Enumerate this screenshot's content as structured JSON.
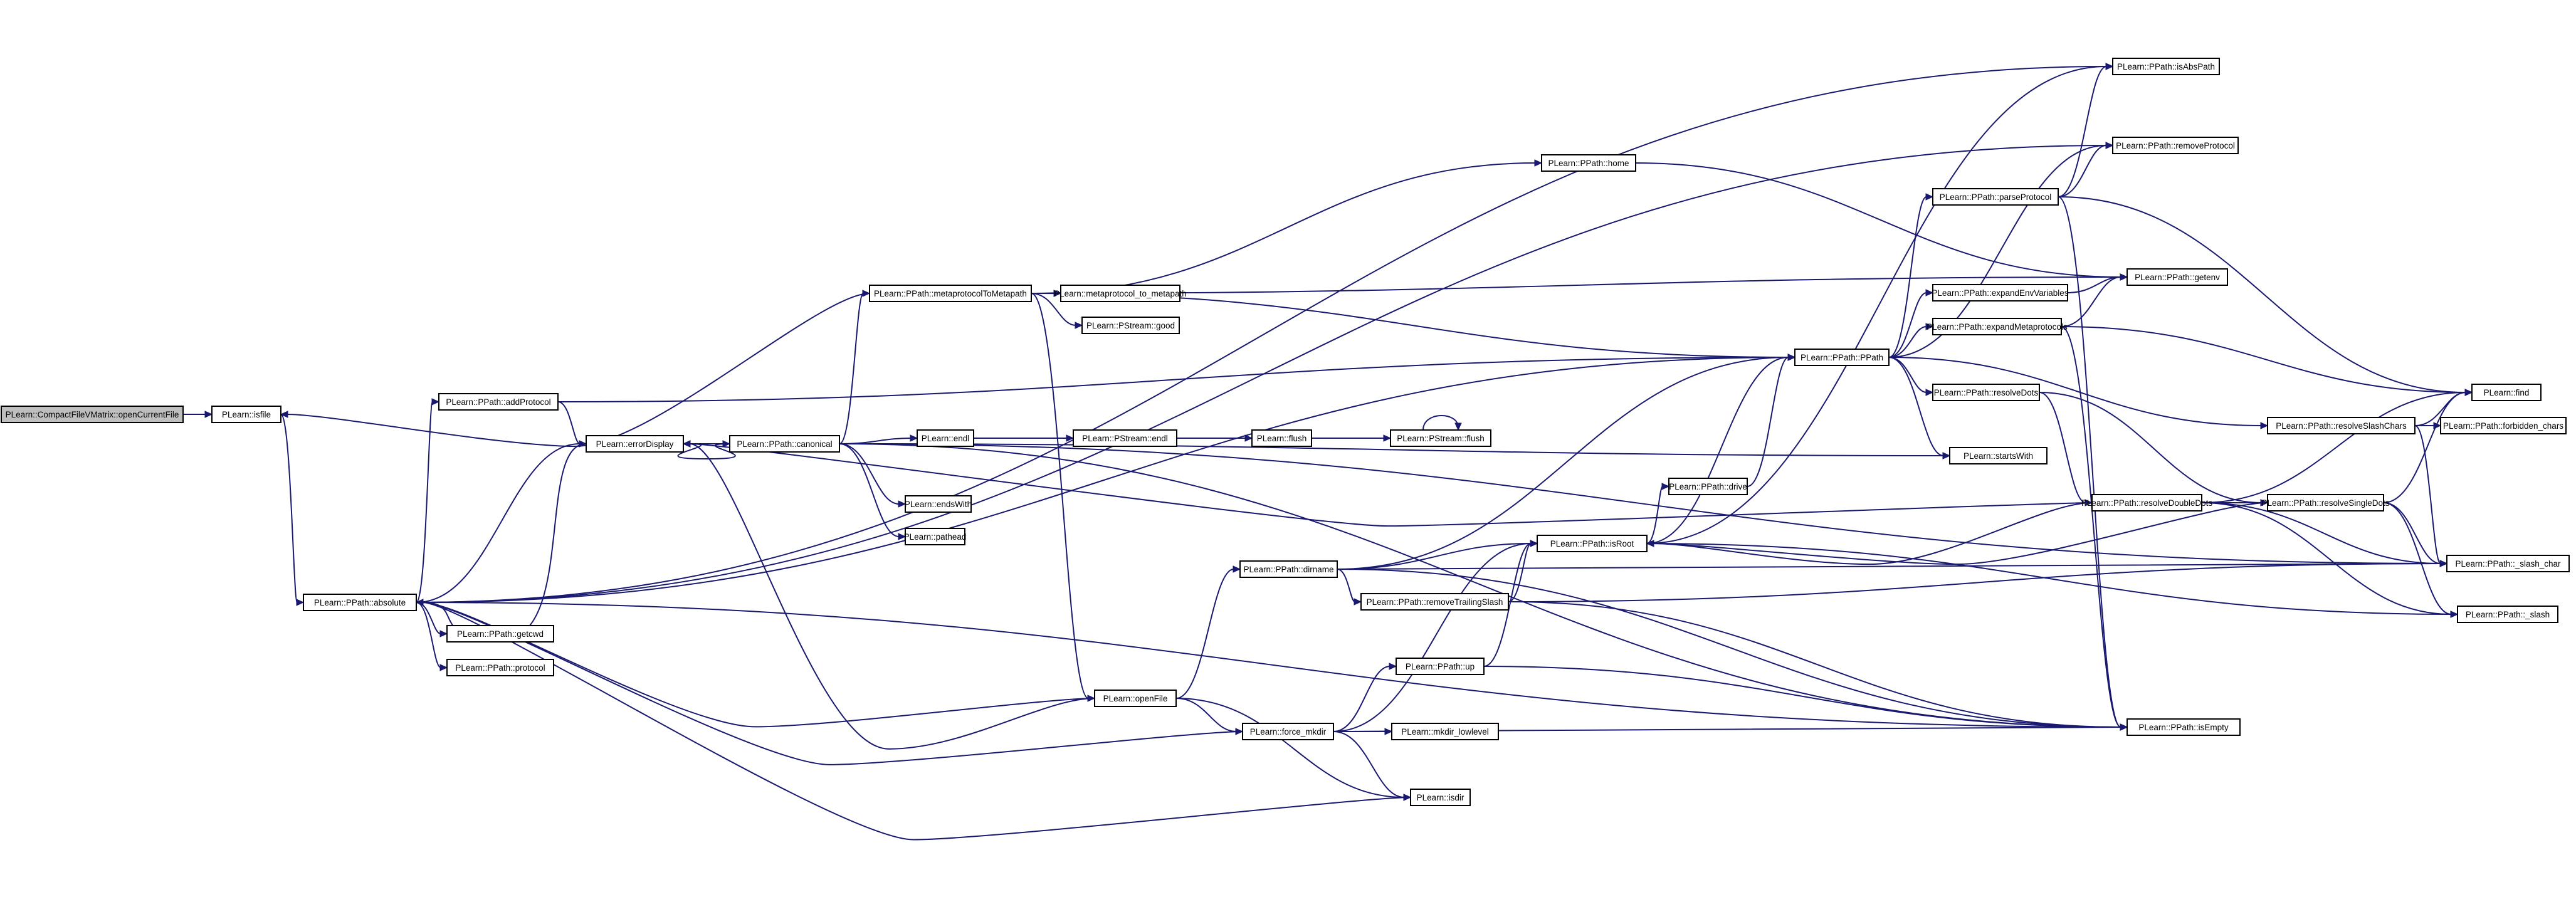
{
  "graph": {
    "colors": {
      "edge": "#191970",
      "node_border": "#000000",
      "root_fill": "#bfbfbf",
      "node_fill": "#ffffff",
      "background": "#ffffff"
    },
    "nodes": [
      {
        "id": "n0",
        "label": "PLearn::CompactFileVMatrix::openCurrentFile",
        "root": true
      },
      {
        "id": "n1",
        "label": "PLearn::isfile"
      },
      {
        "id": "n2",
        "label": "PLearn::PPath::absolute"
      },
      {
        "id": "n3",
        "label": "PLearn::PPath::addProtocol"
      },
      {
        "id": "n4",
        "label": "PLearn::PPath::getcwd"
      },
      {
        "id": "n5",
        "label": "PLearn::PPath::protocol"
      },
      {
        "id": "n6",
        "label": "PLearn::errorDisplay"
      },
      {
        "id": "n7",
        "label": "PLearn::PPath::canonical"
      },
      {
        "id": "n8",
        "label": "PLearn::PPath::metaprotocolToMetapath"
      },
      {
        "id": "n9",
        "label": "PLearn::metaprotocol_to_metapath"
      },
      {
        "id": "n10",
        "label": "PLearn::PStream::good"
      },
      {
        "id": "n11",
        "label": "PLearn::endl"
      },
      {
        "id": "n12",
        "label": "PLearn::PStream::endl"
      },
      {
        "id": "n13",
        "label": "PLearn::flush"
      },
      {
        "id": "n14",
        "label": "PLearn::PStream::flush"
      },
      {
        "id": "n15",
        "label": "PLearn::endsWith"
      },
      {
        "id": "n16",
        "label": "PLearn::pathead"
      },
      {
        "id": "n17",
        "label": "PLearn::openFile"
      },
      {
        "id": "n18",
        "label": "PLearn::PPath::dirname"
      },
      {
        "id": "n19",
        "label": "PLearn::force_mkdir"
      },
      {
        "id": "n20",
        "label": "PLearn::PPath::up"
      },
      {
        "id": "n21",
        "label": "PLearn::mkdir_lowlevel"
      },
      {
        "id": "n22",
        "label": "PLearn::isdir"
      },
      {
        "id": "n23",
        "label": "PLearn::PPath::home"
      },
      {
        "id": "n24",
        "label": "PLearn::PPath::PPath"
      },
      {
        "id": "n25",
        "label": "PLearn::PPath::drive"
      },
      {
        "id": "n26",
        "label": "PLearn::PPath::isRoot"
      },
      {
        "id": "n27",
        "label": "PLearn::PPath::removeTrailingSlash"
      },
      {
        "id": "n28",
        "label": "PLearn::PPath::parseProtocol"
      },
      {
        "id": "n29",
        "label": "PLearn::PPath::expandEnvVariables"
      },
      {
        "id": "n30",
        "label": "PLearn::PPath::expandMetaprotocols"
      },
      {
        "id": "n31",
        "label": "PLearn::PPath::resolveDots"
      },
      {
        "id": "n32",
        "label": "PLearn::startsWith"
      },
      {
        "id": "n33",
        "label": "PLearn::PPath::resolveDoubleDots"
      },
      {
        "id": "n34",
        "label": "PLearn::PPath::isAbsPath"
      },
      {
        "id": "n35",
        "label": "PLearn::PPath::removeProtocol"
      },
      {
        "id": "n36",
        "label": "PLearn::PPath::getenv"
      },
      {
        "id": "n37",
        "label": "PLearn::PPath::resolveSlashChars"
      },
      {
        "id": "n38",
        "label": "PLearn::PPath::resolveSingleDots"
      },
      {
        "id": "n39",
        "label": "PLearn::PPath::isEmpty"
      },
      {
        "id": "n40",
        "label": "PLearn::find"
      },
      {
        "id": "n41",
        "label": "PLearn::PPath::forbidden_chars"
      },
      {
        "id": "n42",
        "label": "PLearn::PPath::_slash_char"
      },
      {
        "id": "n43",
        "label": "PLearn::PPath::_slash"
      }
    ],
    "edges": [
      [
        "n0",
        "n1"
      ],
      [
        "n1",
        "n2"
      ],
      [
        "n2",
        "n3"
      ],
      [
        "n2",
        "n4"
      ],
      [
        "n2",
        "n5"
      ],
      [
        "n2",
        "n6"
      ],
      [
        "n2",
        "n24"
      ],
      [
        "n2",
        "n34"
      ],
      [
        "n2",
        "n35"
      ],
      [
        "n2",
        "n39"
      ],
      [
        "n3",
        "n6"
      ],
      [
        "n3",
        "n24"
      ],
      [
        "n6",
        "n7"
      ],
      [
        "n6",
        "n2"
      ],
      [
        "n7",
        "n8"
      ],
      [
        "n7",
        "n11"
      ],
      [
        "n7",
        "n15"
      ],
      [
        "n7",
        "n16"
      ],
      [
        "n7",
        "n6"
      ],
      [
        "n7",
        "n32"
      ],
      [
        "n7",
        "n39"
      ],
      [
        "n7",
        "n42"
      ],
      [
        "n8",
        "n9"
      ],
      [
        "n8",
        "n10"
      ],
      [
        "n8",
        "n17"
      ],
      [
        "n8",
        "n36"
      ],
      [
        "n8",
        "n23"
      ],
      [
        "n8",
        "n1"
      ],
      [
        "n8",
        "n24"
      ],
      [
        "n11",
        "n12"
      ],
      [
        "n12",
        "n13"
      ],
      [
        "n13",
        "n14"
      ],
      [
        "n14",
        "n14"
      ],
      [
        "n17",
        "n18"
      ],
      [
        "n17",
        "n19"
      ],
      [
        "n17",
        "n22"
      ],
      [
        "n17",
        "n2"
      ],
      [
        "n17",
        "n6"
      ],
      [
        "n18",
        "n24"
      ],
      [
        "n18",
        "n26"
      ],
      [
        "n18",
        "n27"
      ],
      [
        "n18",
        "n39"
      ],
      [
        "n18",
        "n42"
      ],
      [
        "n19",
        "n20"
      ],
      [
        "n19",
        "n21"
      ],
      [
        "n19",
        "n22"
      ],
      [
        "n19",
        "n26"
      ],
      [
        "n19",
        "n39"
      ],
      [
        "n19",
        "n2"
      ],
      [
        "n20",
        "n26"
      ],
      [
        "n20",
        "n39"
      ],
      [
        "n22",
        "n2"
      ],
      [
        "n23",
        "n36"
      ],
      [
        "n24",
        "n28"
      ],
      [
        "n24",
        "n29"
      ],
      [
        "n24",
        "n30"
      ],
      [
        "n24",
        "n31"
      ],
      [
        "n24",
        "n32"
      ],
      [
        "n24",
        "n35"
      ],
      [
        "n24",
        "n37"
      ],
      [
        "n25",
        "n24"
      ],
      [
        "n26",
        "n25"
      ],
      [
        "n26",
        "n24"
      ],
      [
        "n26",
        "n34"
      ],
      [
        "n26",
        "n43"
      ],
      [
        "n27",
        "n26"
      ],
      [
        "n27",
        "n39"
      ],
      [
        "n27",
        "n42"
      ],
      [
        "n28",
        "n34"
      ],
      [
        "n28",
        "n35"
      ],
      [
        "n28",
        "n39"
      ],
      [
        "n28",
        "n40"
      ],
      [
        "n29",
        "n36"
      ],
      [
        "n30",
        "n36"
      ],
      [
        "n30",
        "n39"
      ],
      [
        "n30",
        "n40"
      ],
      [
        "n31",
        "n33"
      ],
      [
        "n31",
        "n38"
      ],
      [
        "n33",
        "n26"
      ],
      [
        "n33",
        "n38"
      ],
      [
        "n33",
        "n42"
      ],
      [
        "n33",
        "n43"
      ],
      [
        "n33",
        "n40"
      ],
      [
        "n33",
        "n6"
      ],
      [
        "n37",
        "n40"
      ],
      [
        "n37",
        "n41"
      ],
      [
        "n37",
        "n42"
      ],
      [
        "n38",
        "n40"
      ],
      [
        "n38",
        "n42"
      ],
      [
        "n38",
        "n43"
      ],
      [
        "n38",
        "n26"
      ]
    ]
  }
}
